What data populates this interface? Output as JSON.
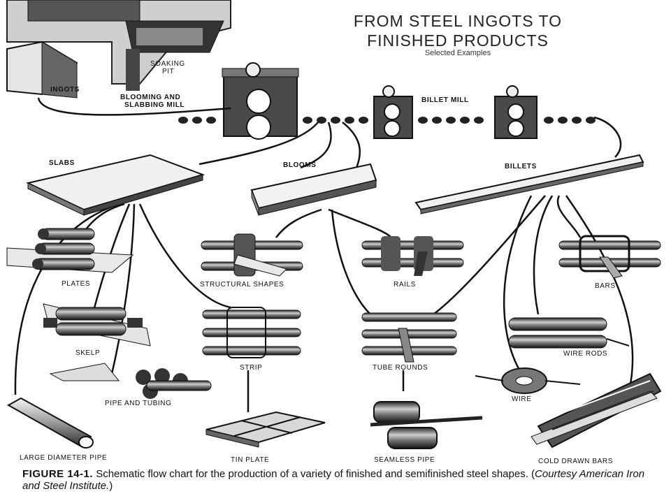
{
  "header": {
    "title_line1": "FROM STEEL INGOTS TO",
    "title_line2": "FINISHED PRODUCTS",
    "subtitle": "Selected Examples"
  },
  "labels": {
    "soaking_pit_1": "SOAKING",
    "soaking_pit_2": "PIT",
    "ingots": "INGOTS",
    "blooming_1": "BLOOMING AND",
    "blooming_2": "SLABBING MILL",
    "billet_mill": "BILLET MILL",
    "slabs": "SLABS",
    "blooms": "BLOOMS",
    "billets": "BILLETS",
    "plates": "PLATES",
    "skelp": "SKELP",
    "pipe_and_tubing": "PIPE AND TUBING",
    "large_diameter_pipe": "LARGE DIAMETER PIPE",
    "structural_shapes": "STRUCTURAL SHAPES",
    "strip": "STRIP",
    "tin_plate": "TIN PLATE",
    "rails": "RAILS",
    "tube_rounds": "TUBE ROUNDS",
    "seamless_pipe": "SEAMLESS PIPE",
    "bars": "BARS",
    "wire_rods": "WIRE RODS",
    "wire": "WIRE",
    "cold_drawn_bars": "COLD DRAWN BARS"
  },
  "caption": {
    "figure_label": "FIGURE 14-1.",
    "text_main": " Schematic flow chart for the production of a variety of finished and semifinished steel shapes. (",
    "credit": "Courtesy American Iron and Steel Institute.",
    "close": ")"
  },
  "colors": {
    "ink": "#111111",
    "shade": "#555555",
    "paper": "#ffffff"
  }
}
